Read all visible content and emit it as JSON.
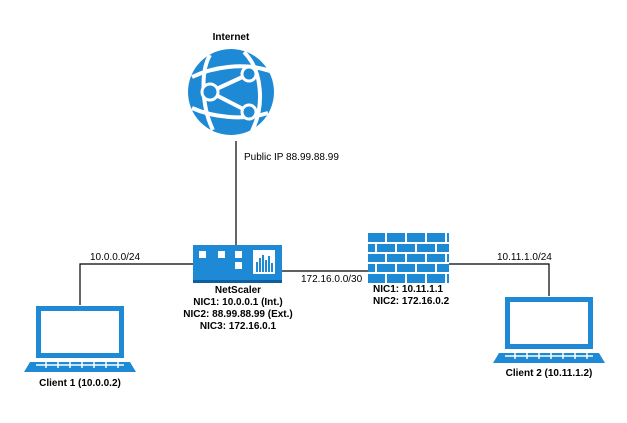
{
  "internet": {
    "title": "Internet",
    "public_ip": "Public IP 88.99.88.99"
  },
  "netscaler": {
    "name": "NetScaler",
    "nic1": "NIC1: 10.0.0.1 (Int.)",
    "nic2": "NIC2: 88.99.88.99 (Ext.)",
    "nic3": "NIC3: 172.16.0.1"
  },
  "links": {
    "client1_subnet": "10.0.0.0/24",
    "transit_subnet": "172.16.0.0/30",
    "client2_subnet": "10.11.1.0/24"
  },
  "firewall": {
    "nic1": "NIC1: 10.11.1.1",
    "nic2": "NIC2: 172.16.0.2"
  },
  "clients": {
    "client1": "Client 1 (10.0.0.2)",
    "client2": "Client 2 (10.11.1.2)"
  },
  "colors": {
    "icon_blue": "#1e8ad6",
    "line": "#000000"
  }
}
